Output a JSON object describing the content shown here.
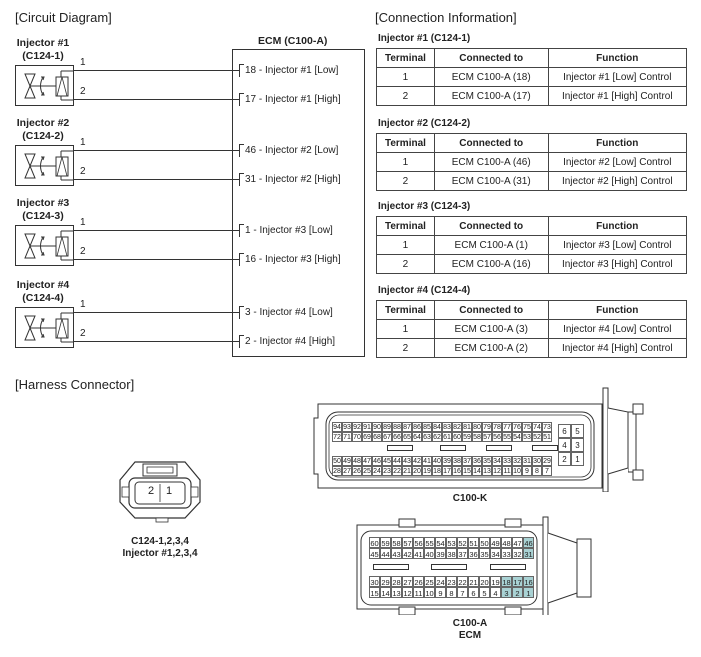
{
  "sections": {
    "circuit": "[Circuit Diagram]",
    "connection": "[Connection Information]",
    "harness": "[Harness Connector]"
  },
  "circuit": {
    "ecm_title": "ECM (C100-A)",
    "injectors": [
      {
        "name": "Injector #1",
        "connector": "(C124-1)",
        "pin1": "1",
        "pin2": "2",
        "ecm_low": "18 - Injector #1 [Low]",
        "ecm_high": "17 - Injector #1 [High]"
      },
      {
        "name": "Injector #2",
        "connector": "(C124-2)",
        "pin1": "1",
        "pin2": "2",
        "ecm_low": "46 - Injector #2 [Low]",
        "ecm_high": "31 - Injector #2 [High]"
      },
      {
        "name": "Injector #3",
        "connector": "(C124-3)",
        "pin1": "1",
        "pin2": "2",
        "ecm_low": "1 - Injector #3 [Low]",
        "ecm_high": "16 - Injector #3 [High]"
      },
      {
        "name": "Injector #4",
        "connector": "(C124-4)",
        "pin1": "1",
        "pin2": "2",
        "ecm_low": "3 - Injector #4 [Low]",
        "ecm_high": "2 - Injector #4 [High]"
      }
    ]
  },
  "connection_tables": {
    "headers": [
      "Terminal",
      "Connected to",
      "Function"
    ],
    "tables": [
      {
        "title": "Injector #1 (C124-1)",
        "rows": [
          [
            "1",
            "ECM C100-A (18)",
            "Injector #1 [Low] Control"
          ],
          [
            "2",
            "ECM C100-A (17)",
            "Injector #1 [High] Control"
          ]
        ]
      },
      {
        "title": "Injector #2 (C124-2)",
        "rows": [
          [
            "1",
            "ECM C100-A (46)",
            "Injector #2 [Low] Control"
          ],
          [
            "2",
            "ECM C100-A (31)",
            "Injector #2 [High] Control"
          ]
        ]
      },
      {
        "title": "Injector #3 (C124-3)",
        "rows": [
          [
            "1",
            "ECM C100-A (1)",
            "Injector #3 [Low] Control"
          ],
          [
            "2",
            "ECM C100-A (16)",
            "Injector #3 [High] Control"
          ]
        ]
      },
      {
        "title": "Injector #4 (C124-4)",
        "rows": [
          [
            "1",
            "ECM C100-A (3)",
            "Injector #4 [Low] Control"
          ],
          [
            "2",
            "ECM C100-A (2)",
            "Injector #4 [High] Control"
          ]
        ]
      }
    ]
  },
  "harness": {
    "c124": {
      "label_line1": "C124-1,2,3,4",
      "label_line2": "Injector #1,2,3,4",
      "pins": [
        "2",
        "1"
      ]
    },
    "c100k": {
      "label": "C100-K",
      "rows": [
        [
          "94",
          "93",
          "92",
          "91",
          "90",
          "89",
          "88",
          "87",
          "86",
          "85",
          "84",
          "83",
          "82",
          "81",
          "80",
          "79",
          "78",
          "77",
          "76",
          "75",
          "74",
          "73"
        ],
        [
          "72",
          "71",
          "70",
          "69",
          "68",
          "67",
          "66",
          "65",
          "64",
          "63",
          "62",
          "61",
          "60",
          "59",
          "58",
          "57",
          "56",
          "55",
          "54",
          "53",
          "52",
          "51"
        ],
        [
          "50",
          "49",
          "48",
          "47",
          "46",
          "45",
          "44",
          "43",
          "42",
          "41",
          "40",
          "39",
          "38",
          "37",
          "36",
          "35",
          "34",
          "33",
          "32",
          "31",
          "30",
          "29"
        ],
        [
          "28",
          "27",
          "26",
          "25",
          "24",
          "23",
          "22",
          "21",
          "20",
          "19",
          "18",
          "17",
          "16",
          "15",
          "14",
          "13",
          "12",
          "11",
          "10",
          "9",
          "8",
          "7"
        ]
      ],
      "small_block": [
        [
          "6",
          "5"
        ],
        [
          "4",
          "3"
        ],
        [
          "2",
          "1"
        ]
      ]
    },
    "c100a": {
      "label_line1": "C100-A",
      "label_line2": "ECM",
      "highlight_color": "#a9d2d4",
      "highlighted": [
        "46",
        "31",
        "18",
        "17",
        "16",
        "3",
        "2",
        "1"
      ],
      "rows": [
        [
          "60",
          "59",
          "58",
          "57",
          "56",
          "55",
          "54",
          "53",
          "52",
          "51",
          "50",
          "49",
          "48",
          "47",
          "46"
        ],
        [
          "45",
          "44",
          "43",
          "42",
          "41",
          "40",
          "39",
          "38",
          "37",
          "36",
          "35",
          "34",
          "33",
          "32",
          "31"
        ],
        [
          "30",
          "29",
          "28",
          "27",
          "26",
          "25",
          "24",
          "23",
          "22",
          "21",
          "20",
          "19",
          "18",
          "17",
          "16"
        ],
        [
          "15",
          "14",
          "13",
          "12",
          "11",
          "10",
          "9",
          "8",
          "7",
          "6",
          "5",
          "4",
          "3",
          "2",
          "1"
        ]
      ]
    }
  }
}
